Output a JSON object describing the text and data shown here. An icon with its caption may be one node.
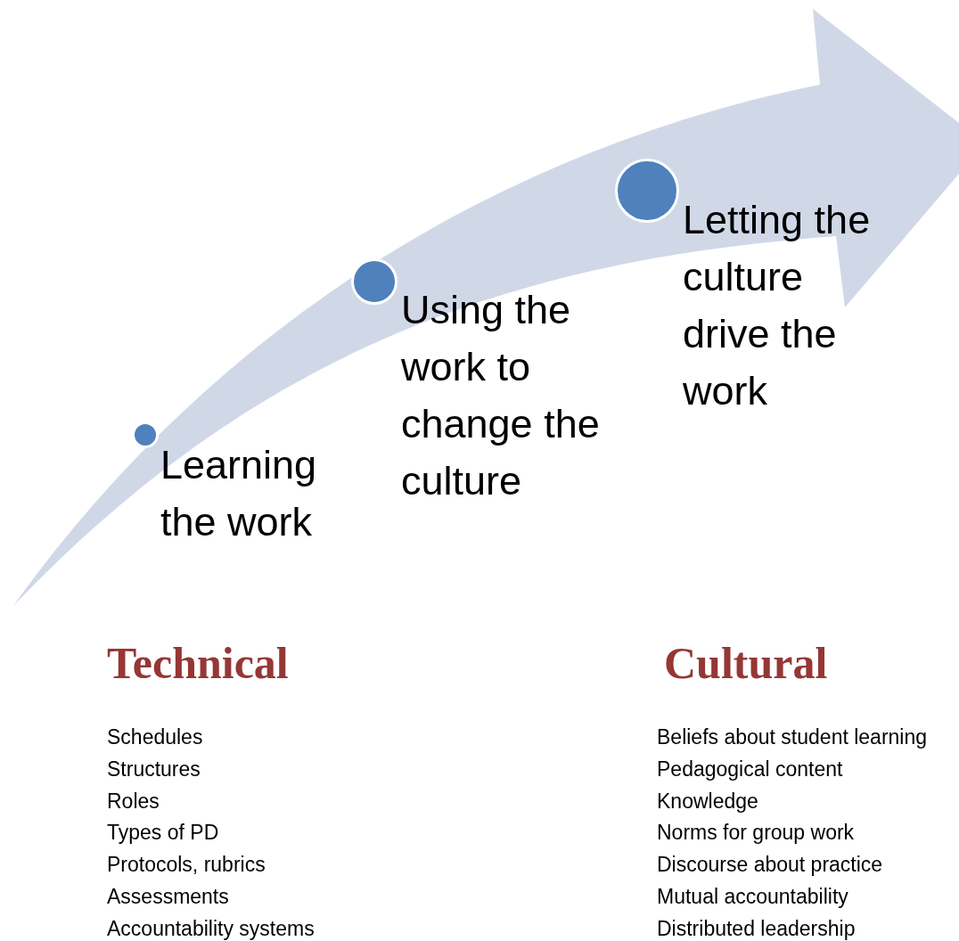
{
  "diagram": {
    "nodes": [
      {
        "text": [],
        "shape": "circle",
        "beside": [
          "Learning the work"
        ]
      },
      {
        "text": [],
        "shape": "circle",
        "beside": [
          "Using the work to change the culture"
        ]
      },
      {
        "text": [],
        "shape": "circle",
        "beside": [
          "Letting the culture drive the work"
        ]
      }
    ],
    "labels": [
      "Technical",
      "Schedules",
      "Structures",
      "Roles",
      "Types of PD",
      "Protocols, rubrics",
      "Assessments",
      "Accountability systems",
      "Cultural",
      "Beliefs about student learning",
      "Pedagogical content",
      "Knowledge",
      "Norms for group work",
      "Discourse about practice",
      "Mutual accountability",
      "Distributed leadership"
    ]
  }
}
